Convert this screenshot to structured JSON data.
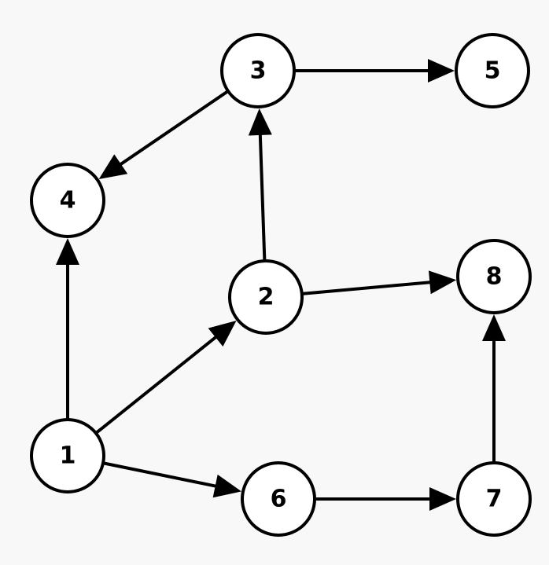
{
  "graph": {
    "nodes": [
      {
        "id": "1",
        "label": "1"
      },
      {
        "id": "2",
        "label": "2"
      },
      {
        "id": "3",
        "label": "3"
      },
      {
        "id": "4",
        "label": "4"
      },
      {
        "id": "5",
        "label": "5"
      },
      {
        "id": "6",
        "label": "6"
      },
      {
        "id": "7",
        "label": "7"
      },
      {
        "id": "8",
        "label": "8"
      }
    ],
    "edges": [
      {
        "from": "1",
        "to": "4"
      },
      {
        "from": "1",
        "to": "2"
      },
      {
        "from": "1",
        "to": "6"
      },
      {
        "from": "2",
        "to": "3"
      },
      {
        "from": "2",
        "to": "8"
      },
      {
        "from": "3",
        "to": "4"
      },
      {
        "from": "3",
        "to": "5"
      },
      {
        "from": "6",
        "to": "7"
      },
      {
        "from": "7",
        "to": "8"
      }
    ],
    "directed": true
  },
  "colors": {
    "background": "#f8f8f8",
    "node_fill": "#ffffff",
    "stroke": "#000000"
  }
}
